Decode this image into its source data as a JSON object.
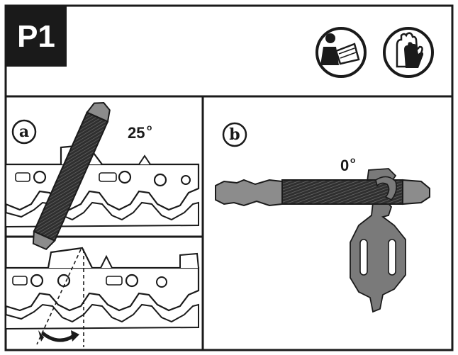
{
  "step_label": "P1",
  "icons": [
    {
      "name": "read-manual-icon"
    },
    {
      "name": "protective-gloves-icon"
    }
  ],
  "panel_a": {
    "letter": "a",
    "angle": "25",
    "degree": "o"
  },
  "panel_b": {
    "letter": "b",
    "angle": "0",
    "degree": "o"
  },
  "colors": {
    "ink": "#1a1a1a",
    "file_grey": "#8c8c8c",
    "file_dark": "#3a3a3a",
    "chain_fill": "#ffffff",
    "gauge_grey": "#7a7a7a"
  }
}
